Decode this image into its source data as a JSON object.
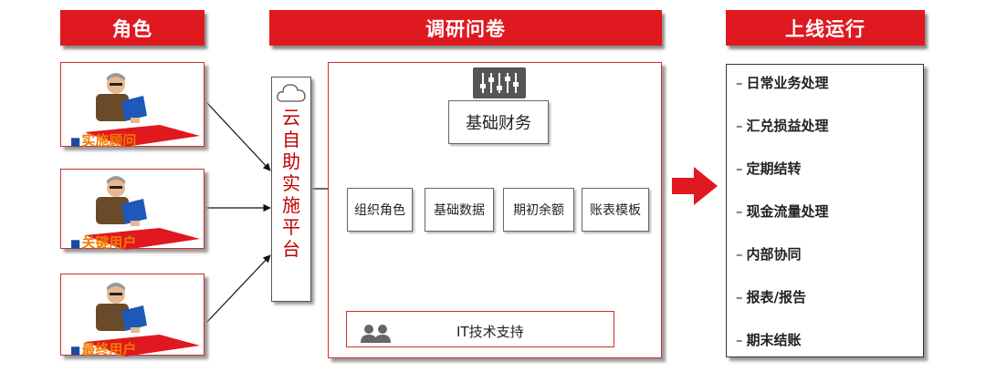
{
  "headers": {
    "roles": "角色",
    "survey": "调研问卷",
    "online": "上线运行"
  },
  "roles": [
    "实施顾问",
    "关键用户",
    "最终用户"
  ],
  "platform_label": "云自助实施平台",
  "survey": {
    "root": "基础财务",
    "children": [
      "组织角色",
      "基础数据",
      "期初余额",
      "账表模板"
    ],
    "it_support": "IT技术支持"
  },
  "online_items": [
    "日常业务处理",
    "汇兑损益处理",
    "定期结转",
    "现金流量处理",
    "内部协同",
    "报表/报告",
    "期末结账"
  ],
  "colors": {
    "accent": "#e0181f",
    "label_orange": "#f07b00",
    "platform_text": "#c00000"
  }
}
